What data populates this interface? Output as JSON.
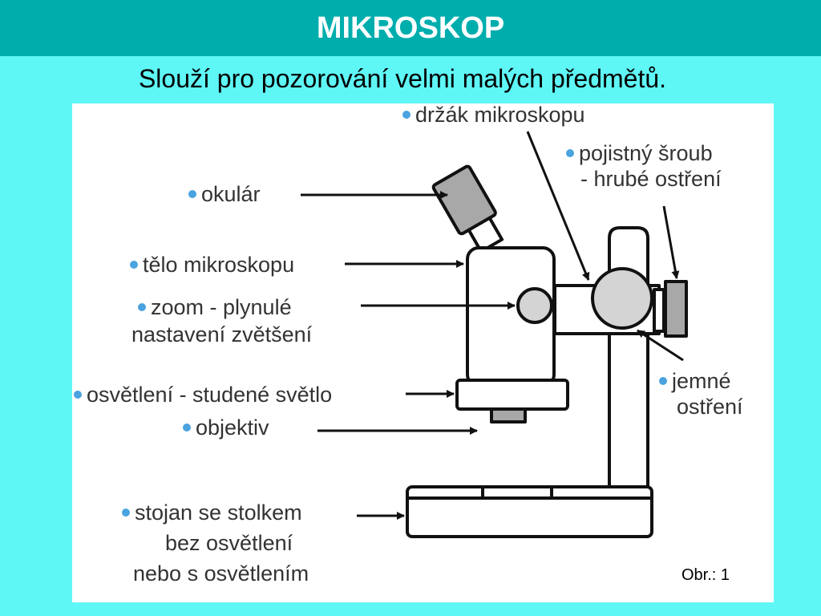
{
  "header": {
    "title": "MIKROSKOP"
  },
  "subtitle": "Slouží pro pozorování velmi malých předmětů.",
  "labels": {
    "drzak": "držák mikroskopu",
    "pojistny_1": "pojistný šroub",
    "pojistny_2": "- hrubé ostření",
    "okular": "okulár",
    "telo": "tělo mikroskopu",
    "zoom_1": "zoom - plynulé",
    "zoom_2": "nastavení zvětšení",
    "osvetleni": "osvětlení - studené světlo",
    "objektiv": "objektiv",
    "jemne_1": "jemné",
    "jemne_2": "ostření",
    "stojan_1": "stojan se stolkem",
    "stojan_2": "bez osvětlení",
    "stojan_3": "nebo s osvětlením"
  },
  "caption": "Obr.: 1",
  "colors": {
    "header_bg": "#00adad",
    "page_bg": "#5ff6f6",
    "bullet": "#4aa3df",
    "part_fill_light": "#d4d4d4",
    "part_fill_dark": "#a8a8a8"
  }
}
